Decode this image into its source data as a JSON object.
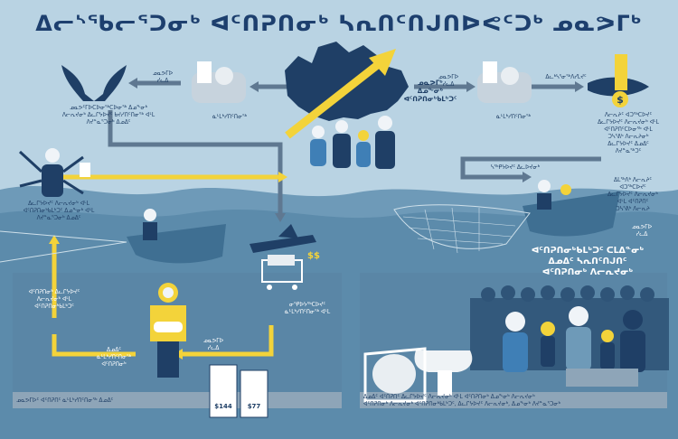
{
  "title": "ᐃᓕᔅᖃᓕᕐᑐᓂᒃ ᐊᑦᑎᕈᑎᓂᒃ ᓴᕆᑎᑦᑎᒍᑎᐅᕙᑦᑐᒃ ᓄᓇᕗᒥᒃ",
  "labels": {
    "hands": "ᓄᓇᕗᑦᒥᐅᑕᐅᓂᖅᑕᐅᓂᖅ ᐃᓄᖕᓂᒃ\nᐱᓕᕆᔪᓂᒃ ᐃᓚᒋᔭᐅᔪᑦ ᑲᔪᓯᑎᑦᑎᓂᖅ ᐊᒻᒪ\nᐱᔪᓐᓇᕐᑐᓂᒃ ᐃᓄᐃᑦ",
    "arrow_top_left": "ᓄᓇᕗᒥᐅ\nᓯᓚᐃ",
    "money_left": "ᓈᒻᒪᒃᓯᑎᑦᑎᓂᖅ",
    "center_canada": "ᓄᓇᕗᒥᒃ\nᐃᓄᖕᓂᒃ\nᐊᑦᑎᕈᑎᓂᒃᑲᒪᒃᑐᑦ",
    "arrow_top_right": "ᓄᓇᕗᒥᐅ\nᓯᓚᐃ",
    "money_right": "ᓈᒻᒪᒃᓯᑎᑦᑎᓂᖅ",
    "arrow_fish": "ᐃᓚᒃᓴᕐᓂᖅᐱᓯᒪᔪᑦ",
    "fish_desc": "ᐱᓕᕆᔨᑦ ᐊᑐᖅᑕᐅᔪᑦ\nᐃᓚᒋᔭᐅᔪᑦ ᐱᓕᕆᔪᓂᒃ ᐊᒻᒪ\nᐊᑦᑎᕈᑎᑦᑕᐅᓂᖅ ᐊᒻᒪ\nᑐᓴᕐᕕᒃ ᐱᓕᕆᔨᓂᒃ\nᐃᓚᒋᔭᐅᔪᑦ ᐃᓄᐃᑦ\nᐱᔪᓐᓇᖅᑐᑦ",
    "workers_mid": "ᐱᓕᕆᔨᑦ ᐊᑐᖅᑕᐅᔪᑦ ᐊᒻᒪ\nᐃᓚᒋᔭᐅᔪᑦ ᐱᓕᕆᔪᓂᒃ ᐊᒻᒪ\nᐊᑦᑎᕈᑎᓂᒃᑲᒪᒃᑐᑦ",
    "net_arrow": "ᓴᖅᑭᔭᐅᔪᑦ ᐃᓚᐅᔪᓂᒃ",
    "boat_right": "ᐃᒪᖅᐱᒃ ᐱᓕᕆᔨᑦ\nᐊᑐᖅᑕᐅᔪᑦ\nᐃᓚᒋᔭᐅᔪᑦ ᐱᓕᕆᔪᓂᒃ\nᐊᒻᒪ ᐊᑦᑎᕈᑎᑦ\nᑐᓴᕐᕕᒃ ᐱᓕᕆᔨ",
    "arrow_to_people": "ᓄᓇᕗᒥᐅ\nᓯᓚᐃ",
    "people_big": "ᐊᑦᑎᕈᑎᓂᒃᑲᒪᒃᑐᑦ ᑕᒪᐃᓐᓂᒃ\nᐃᓄᐃᑦ ᓴᕆᑎᑦᑎᒍᑎᑦ\nᐊᑦᑎᕈᑎᓂᒃ ᐱᓕᕆᔪᓂᒃ",
    "left_workers": "ᐃᓚᒋᔭᐅᔪᑦ ᐱᓕᕆᔪᓂᒃ ᐊᒻᒪ\nᐊᑦᑎᕈᑎᓂᒃᑲᒪᒃᑐᑦ ᐃᓄᖕᓂᒃ ᐊᒻᒪ\nᐱᔪᓐᓇᕐᑐᓂᒃ ᐃᓄᐃᑦ",
    "left_mid": "ᐊᑦᑎᕈᑎᓂᒃ ᐃᓚᒋᔭᐅᔪᑦ\nᐱᓕᕆᔪᓂᒃ ᐊᒻᒪ\nᐊᑦᑎᕈᑎᓂᒃᑲᒪᒃᑐᑦ",
    "store": "ᓂᕿᐅᔭᖅᑕᐅᔪᑦ\nᓈᒻᒪᒃᓯᑎᑦᑎᓂᖅ ᐊᒻᒪ",
    "fisher_desc": "ᐃᓄᐃᑦ\nᓈᒻᒪᒃᓯᑎᑦᑎᓂᖅ\nᐊᑦᑎᕈᑎᓂᒃ",
    "arrow_bottom": "ᓄᓇᕗᒥᐅ\nᓯᓚᐃ",
    "footer_left": "ᓄᓇᕗᒥᐅᑦ ᐊᑦᑎᕈᑎᑦ ᓈᒻᒪᒃᓯᑎᑦᑎᓂᖅ ᐃᓄᐃᑦ",
    "footer_right": "ᐃᓄᐃᑦ ᐊᑦᑎᕈᑎᑦ ᐃᓚᒋᔭᐅᔪᑦ ᐱᓕᕆᔪᓂᒃ ᐊᒻᒪ ᐊᑦᑎᕈᑎᓂᒃ ᐃᓄᖕᓂᒃ ᐱᓕᕆᔪᓂᒃ\nᐊᑦᑎᕈᑎᓂᒃ ᐱᓕᕆᔪᓂᒃ ᐊᑦᑎᕈᑎᓂᒃᑲᒪᒃᑐᑦ, ᐃᓚᒋᔭᐅᔪᑦ ᐱᓕᕆᔪᓂᒃ, ᐃᓄᖕᓂᒃ ᐱᔪᓐᓇᕐᑐᓂᒃ"
  },
  "price_tags": [
    "$144",
    "$77"
  ],
  "colors": {
    "navy": "#1f3f66",
    "sky": "#b9d3e3",
    "sea": "#6e9ab8",
    "sea_deep": "#3f6f92",
    "yellow": "#f3d33a",
    "arrow_gray": "#5f7891"
  }
}
